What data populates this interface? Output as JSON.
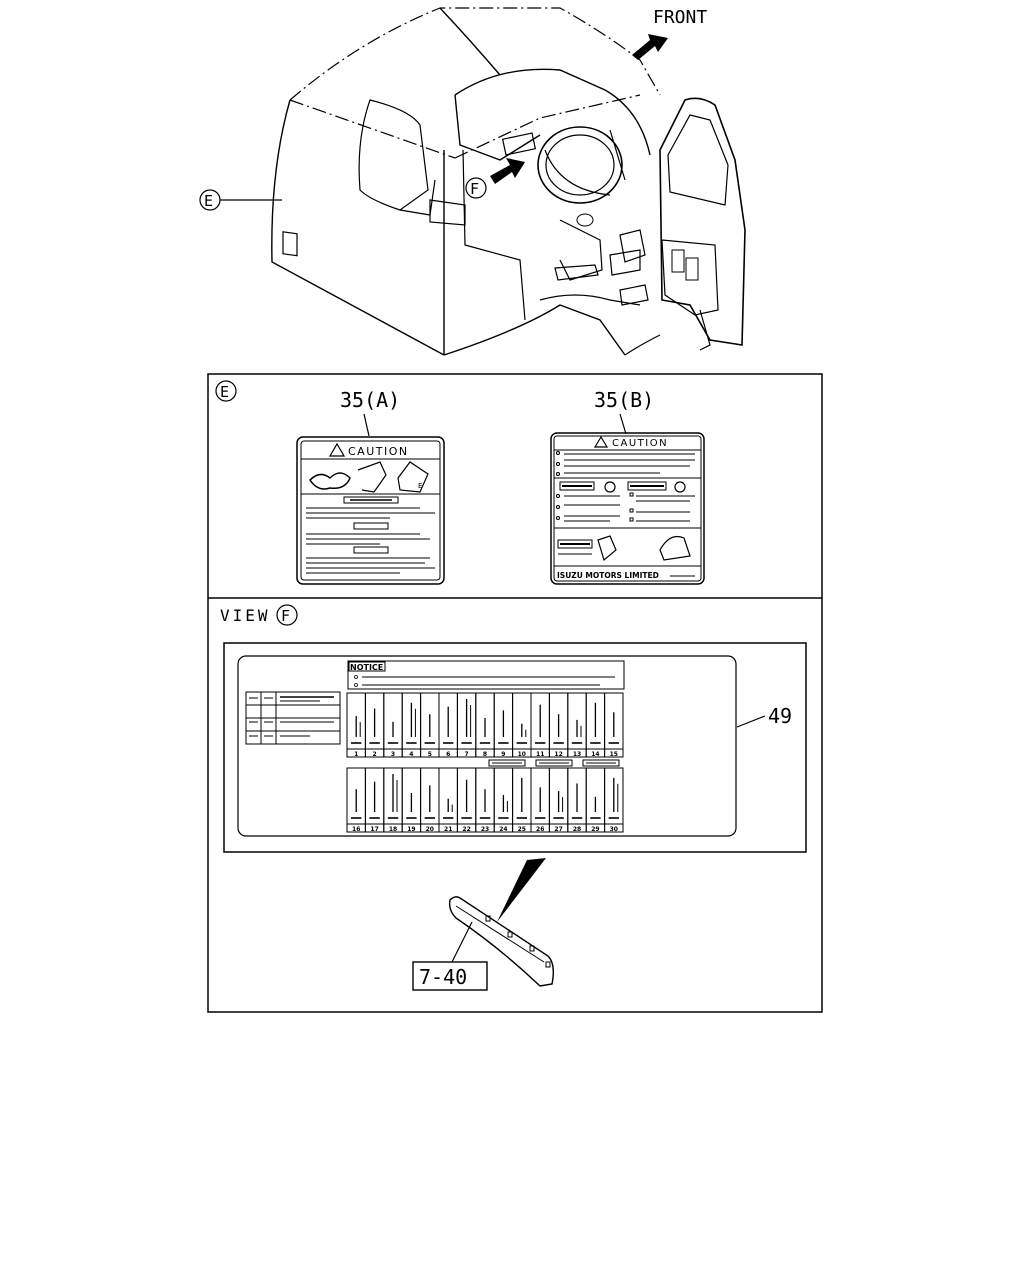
{
  "direction_label": "FRONT",
  "callouts": {
    "view_e": "E",
    "view_f": "F"
  },
  "section_e": {
    "marker": "E",
    "label_a": {
      "part_no": "35(A)",
      "header": "CAUTION",
      "icon_letter": "E"
    },
    "label_b": {
      "part_no": "35(B)",
      "header": "CAUTION",
      "footer": "ISUZU MOTORS LIMITED"
    }
  },
  "section_f": {
    "title": "VIEW",
    "marker": "F",
    "notice_header": "NOTICE",
    "part_no": "49",
    "fuse_numbers_top": [
      "1",
      "2",
      "3",
      "4",
      "5",
      "6",
      "7",
      "8",
      "9",
      "10",
      "11",
      "12",
      "13",
      "14",
      "15"
    ],
    "fuse_numbers_bottom": [
      "16",
      "17",
      "18",
      "19",
      "20",
      "21",
      "22",
      "23",
      "24",
      "25",
      "26",
      "27",
      "28",
      "29",
      "30"
    ],
    "ref_label": "7-40"
  }
}
